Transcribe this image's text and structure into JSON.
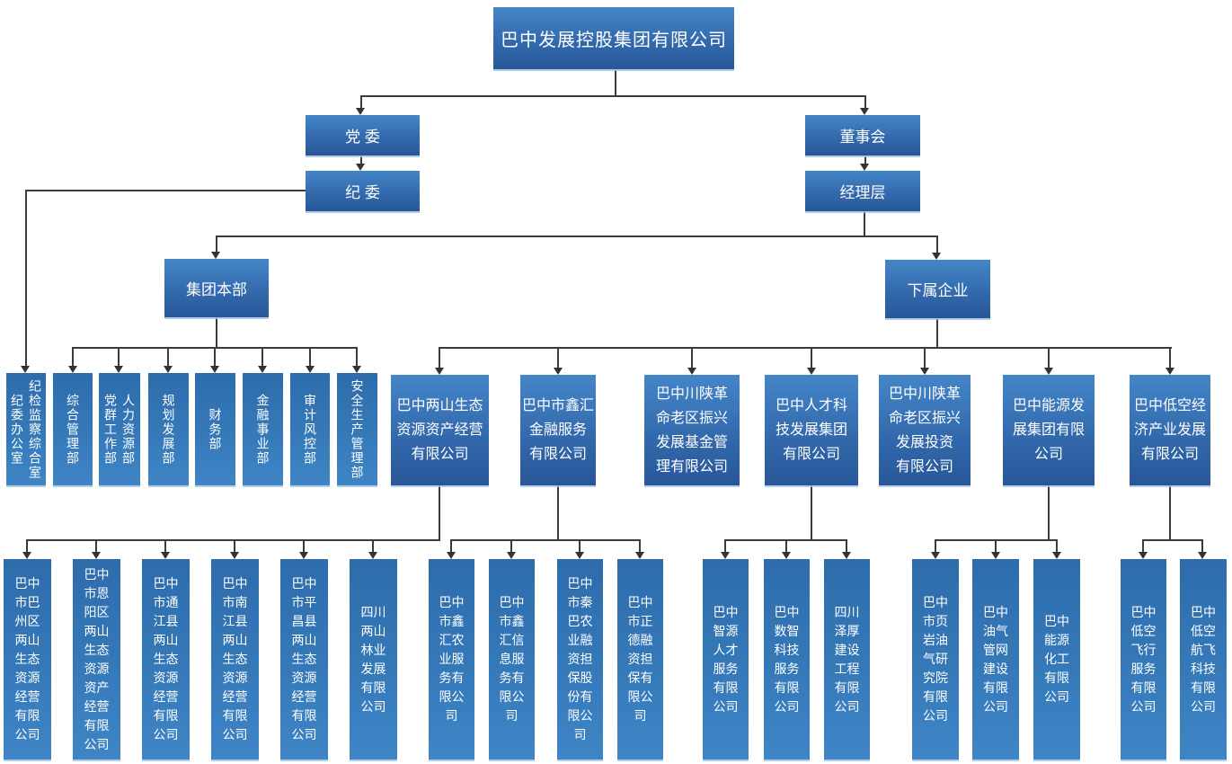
{
  "org": {
    "root": "巴中发展控股集团有限公司",
    "level1": {
      "party": "党 委",
      "board": "董事会"
    },
    "level2": {
      "discipline": "纪 委",
      "management": "经理层"
    },
    "level3": {
      "hq": "集团本部",
      "subs": "下属企业"
    },
    "departments": [
      "纪检监察综合室\n纪委办公室",
      "综合管理部",
      "人力资源部\n党群工作部",
      "规划发展部",
      "财务部",
      "金融事业部",
      "审计风控部",
      "安全生产管理部"
    ],
    "tier1": [
      "巴中两山生态\n资源资产经营\n有限公司",
      "巴中市鑫汇\n金融服务\n有限公司",
      "巴中川陕革\n命老区振兴\n发展基金管\n理有限公司",
      "巴中人才科\n技发展集团\n有限公司",
      "巴中川陕革\n命老区振兴\n发展投资\n有限公司",
      "巴中能源发\n展集团有限\n公司",
      "巴中低空经\n济产业发展\n有限公司"
    ],
    "tier2": {
      "g1": [
        "巴中\n市巴\n州区\n两山\n生态\n资源\n经营\n有限\n公司",
        "巴中\n市恩\n阳区\n两山\n生态\n资源\n资产\n经营\n有限\n公司",
        "巴中\n市通\n江县\n两山\n生态\n资源\n经营\n有限\n公司",
        "巴中\n市南\n江县\n两山\n生态\n资源\n经营\n有限\n公司",
        "巴中\n市平\n昌县\n两山\n生态\n资源\n经营\n有限\n公司",
        "四川\n两山\n林业\n发展\n有限\n公司"
      ],
      "g2": [
        "巴中\n市鑫\n汇农\n业服\n务有\n限公\n司",
        "巴中\n市鑫\n汇信\n息服\n务有\n限公\n司",
        "巴中\n市秦\n巴农\n业融\n资担\n保股\n份有\n限公\n司",
        "巴中\n市正\n德融\n资担\n保有\n限公\n司"
      ],
      "g3": [
        "巴中\n智源\n人才\n服务\n有限\n公司",
        "巴中\n数智\n科技\n服务\n有限\n公司",
        "四川\n泽厚\n建设\n工程\n有限\n公司"
      ],
      "g4": [
        "巴中\n市页\n岩油\n气研\n究院\n有限\n公司",
        "巴中\n油气\n管网\n建设\n有限\n公司",
        "巴中\n能源\n化工\n有限\n公司"
      ],
      "g5": [
        "巴中\n低空\n飞行\n服务\n有限\n公司",
        "巴中\n低空\n航飞\n科技\n有限\n公司"
      ]
    },
    "colors": {
      "box_gradient_top": "#4486c8",
      "box_gradient_bottom": "#275799",
      "tall_box_top": "#2e6cac",
      "tall_box_bottom": "#3f85c6",
      "connector": "#3b3b3b",
      "text": "#ffffff"
    }
  }
}
